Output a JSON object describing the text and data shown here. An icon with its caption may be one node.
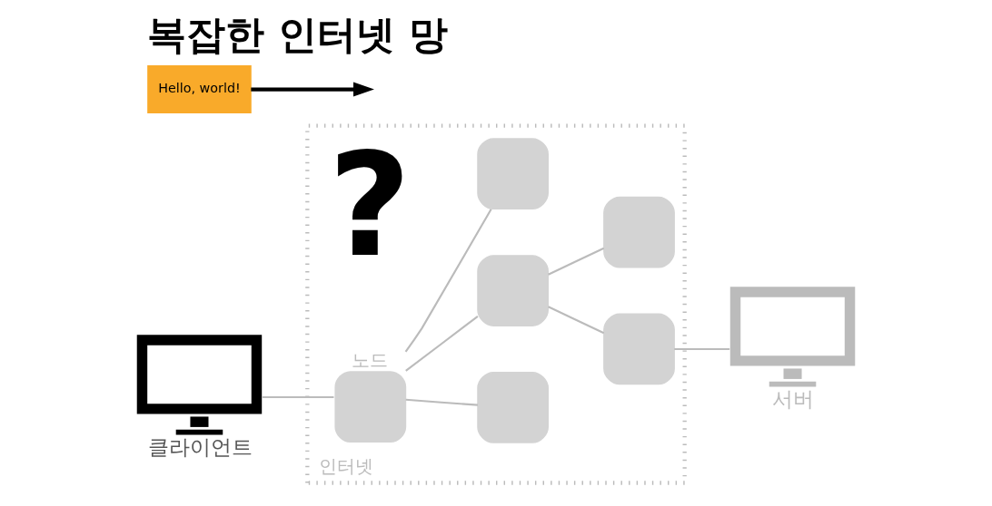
{
  "diagram": {
    "title": "복잡한 인터넷 망",
    "nodes": [
      {
        "text": [
          "클라이언트"
        ]
      },
      {
        "text": [
          "인터넷"
        ]
      },
      {
        "text": [
          "노드"
        ],
        "in": 1
      },
      {
        "text": [],
        "shape": "box",
        "in": 1
      },
      {
        "text": [],
        "shape": "box",
        "in": 1
      },
      {
        "text": [],
        "shape": "box",
        "in": 1
      },
      {
        "text": [],
        "shape": "box",
        "in": 1
      },
      {
        "text": [],
        "shape": "box",
        "in": 1
      },
      {
        "text": [
          "서버"
        ]
      },
      {
        "text": [
          "Hello, world!"
        ]
      }
    ],
    "edges": [
      {
        "from": 0,
        "to": 2,
        "arrow": "none"
      },
      {
        "from": 2,
        "to": 4,
        "arrow": "none"
      },
      {
        "from": 4,
        "to": 5,
        "arrow": "none"
      },
      {
        "from": 5,
        "to": 8,
        "arrow": "none"
      },
      {
        "from": 2,
        "to": 3,
        "arrow": "none"
      },
      {
        "from": 2,
        "to": 6,
        "arrow": "none"
      },
      {
        "from": 4,
        "to": 7,
        "arrow": "none"
      },
      {
        "from": 9,
        "to": null,
        "arrow": "to",
        "color": "#000000",
        "style": "thick"
      }
    ],
    "labels": [
      "?"
    ]
  }
}
